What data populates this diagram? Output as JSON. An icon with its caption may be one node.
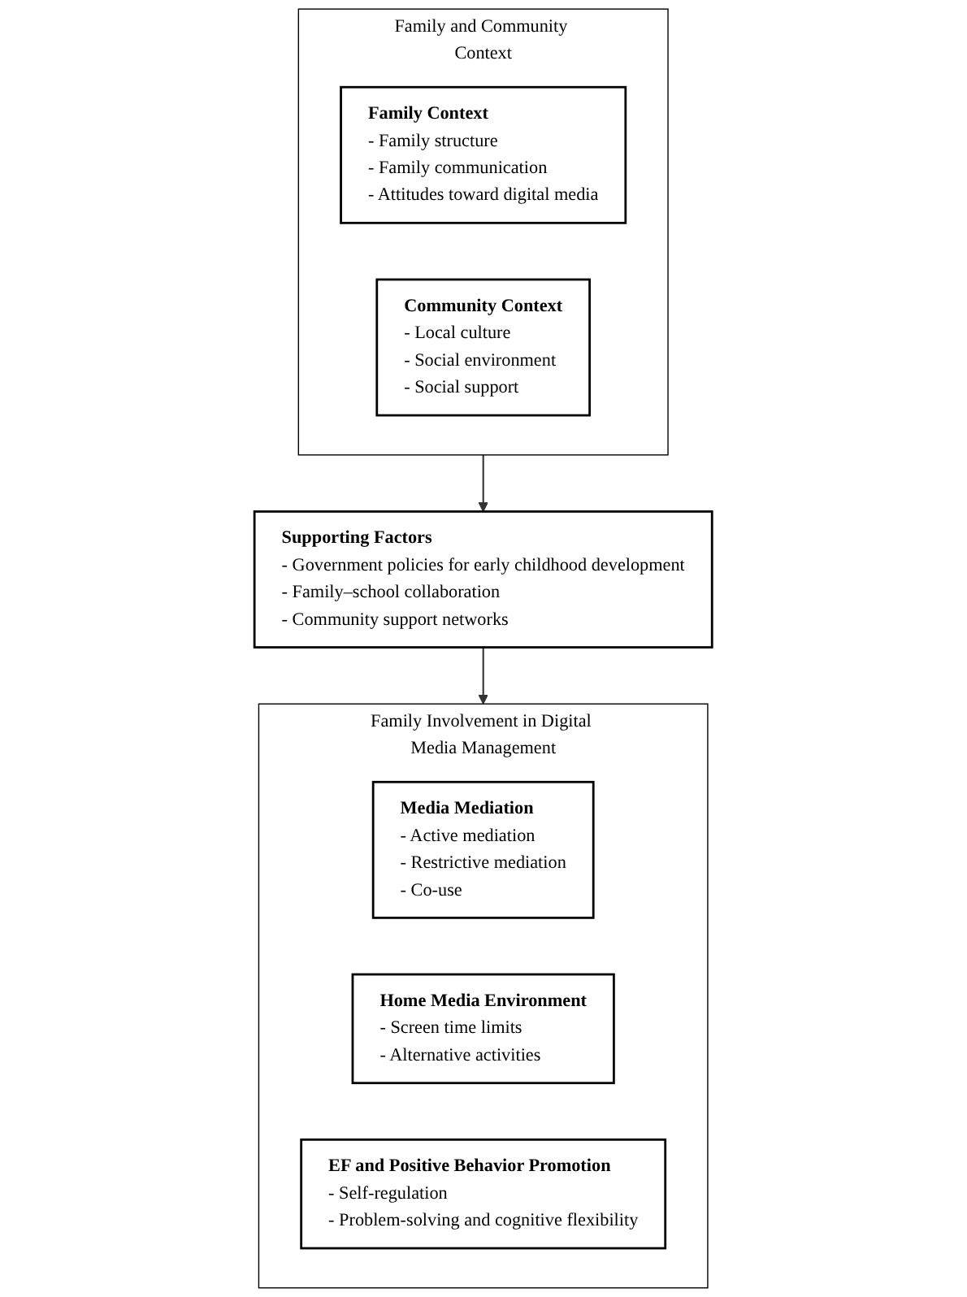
{
  "diagram": {
    "nodes": [
      {
        "text": [
          "Family and Community Context"
        ]
      },
      {
        "text": [
          "Family Context",
          "- Family structure",
          "- Family communication",
          "- Attitudes toward digital media"
        ],
        "in": 0
      },
      {
        "text": [
          "Community Context",
          "- Local culture",
          "- Social environment",
          "- Social support"
        ],
        "in": 0
      },
      {
        "text": [
          "Supporting Factors",
          "- Government policies for early childhood development",
          "- Family–school collaboration",
          "- Community support networks"
        ]
      },
      {
        "text": [
          "Family Involvement in Digital Media Management"
        ]
      },
      {
        "text": [
          "Media Mediation",
          "- Active mediation",
          "- Restrictive mediation",
          "- Co-use"
        ],
        "in": 4
      },
      {
        "text": [
          "Home Media Environment",
          "- Screen time limits",
          "- Alternative activities"
        ],
        "in": 4
      },
      {
        "text": [
          "EF and Positive Behavior Promotion",
          "- Self-regulation",
          "- Problem-solving and cognitive flexibility"
        ],
        "in": 4
      }
    ],
    "edges": [
      {
        "from": 0,
        "to": 3,
        "arrow": "to"
      },
      {
        "from": 3,
        "to": 4,
        "arrow": "to"
      }
    ]
  }
}
